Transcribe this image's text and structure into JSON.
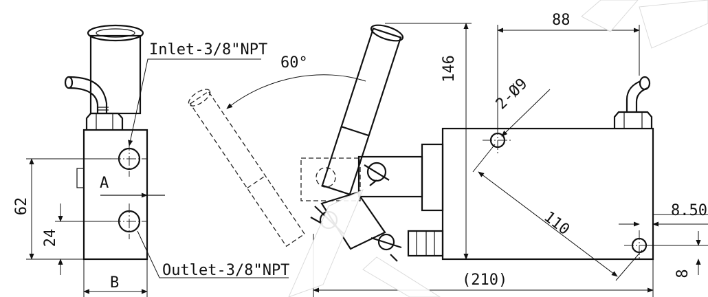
{
  "labels": {
    "inlet": "Inlet-3/8\"NPT",
    "outlet": "Outlet-3/8\"NPT",
    "angle": "60°",
    "port_a": "A",
    "width_b": "B",
    "hole_spec": "2-Ø9"
  },
  "dimensions": {
    "width_88": "88",
    "height_146": "146",
    "height_62": "62",
    "height_24": "24",
    "diagonal_110": "110",
    "offset_8_50": "8.50",
    "offset_8": "8",
    "length_210": "(210)"
  },
  "colors": {
    "line": "#111111",
    "background": "#ffffff"
  }
}
